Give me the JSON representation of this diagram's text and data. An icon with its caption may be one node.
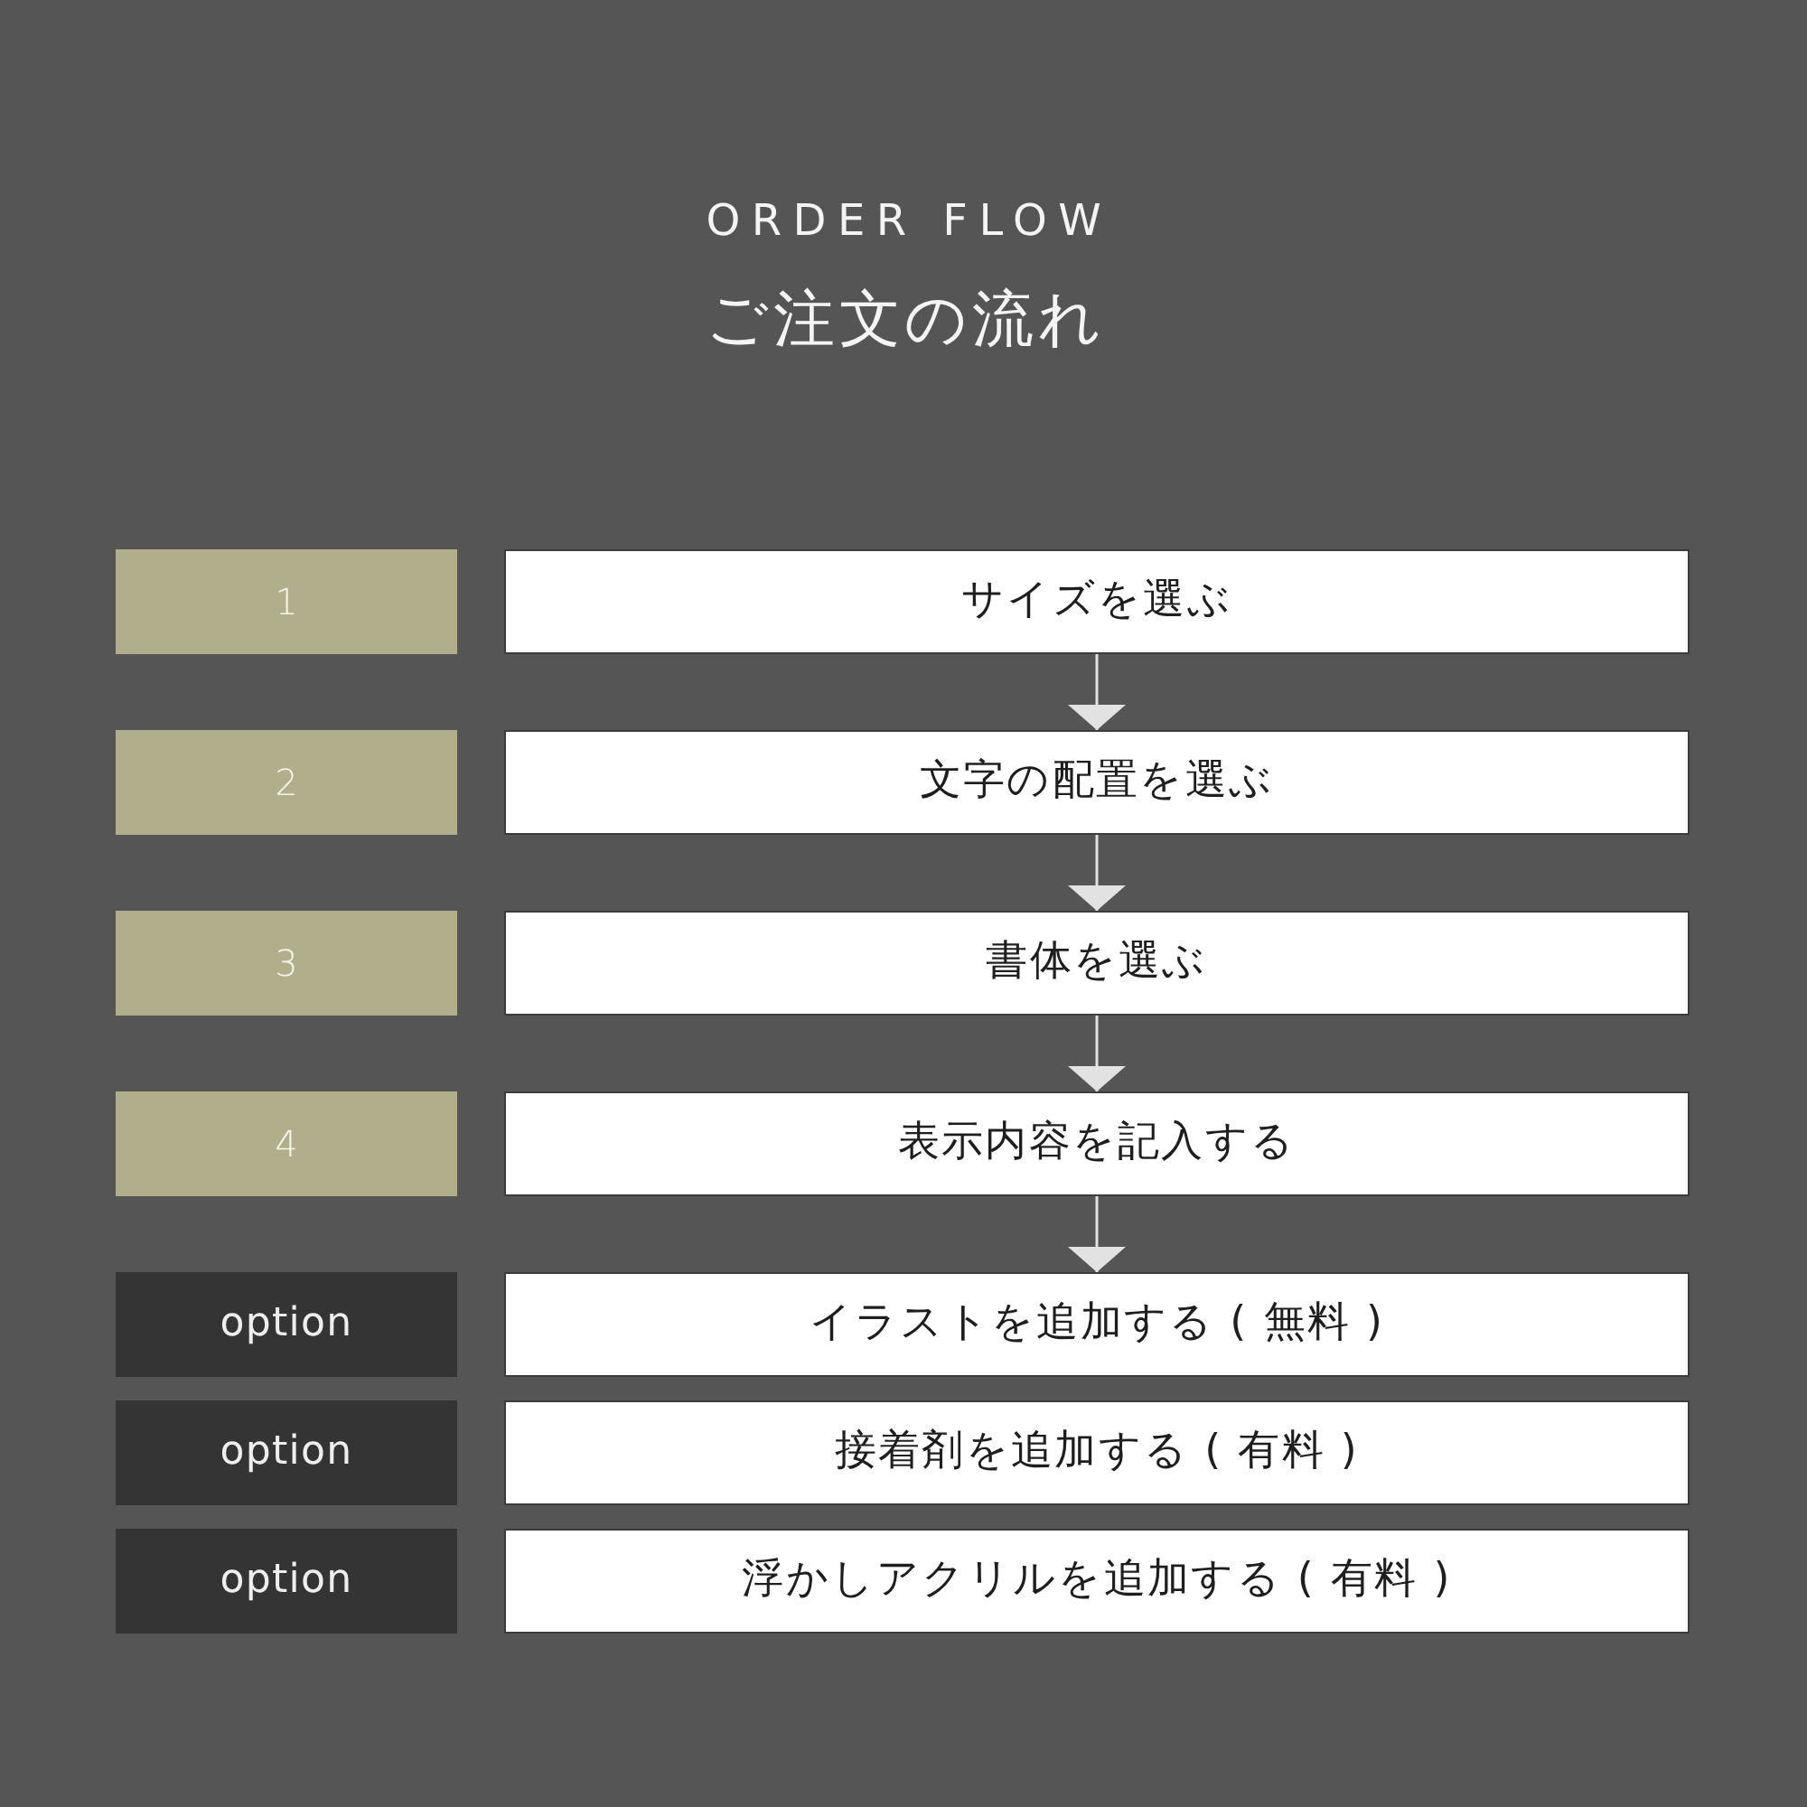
{
  "diagram": {
    "title": "ORDER FLOW",
    "nodes": [
      {
        "text": [
          "1"
        ]
      },
      {
        "text": [
          "サイズを選ぶ"
        ]
      },
      {
        "text": [
          "2"
        ]
      },
      {
        "text": [
          "文字の配置を選ぶ"
        ]
      },
      {
        "text": [
          "3"
        ]
      },
      {
        "text": [
          "書体を選ぶ"
        ]
      },
      {
        "text": [
          "4"
        ]
      },
      {
        "text": [
          "表示内容を記入する"
        ]
      },
      {
        "text": [
          "option"
        ]
      },
      {
        "text": [
          "イラストを追加する ( 無料 )"
        ]
      },
      {
        "text": [
          "option"
        ]
      },
      {
        "text": [
          "接着剤を追加する ( 有料 )"
        ]
      },
      {
        "text": [
          "option"
        ]
      },
      {
        "text": [
          "浮かしアクリルを追加する ( 有料 )"
        ]
      }
    ],
    "edges": [
      {
        "from": 1,
        "to": 3,
        "arrow": "to"
      },
      {
        "from": 3,
        "to": 5,
        "arrow": "to"
      },
      {
        "from": 5,
        "to": 7,
        "arrow": "to"
      },
      {
        "from": 7,
        "to": 9,
        "arrow": "to"
      }
    ],
    "labels": [
      "ご注文の流れ"
    ]
  }
}
